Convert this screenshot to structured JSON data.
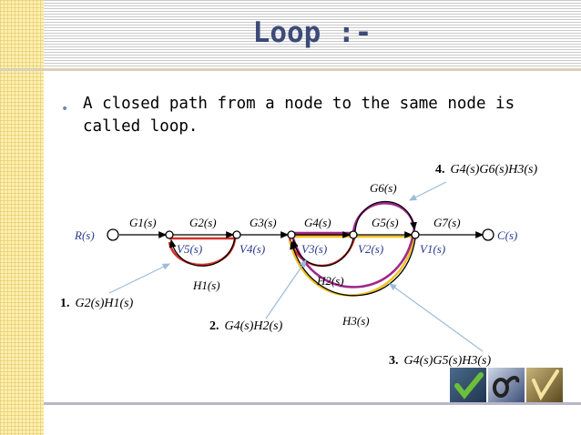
{
  "slide": {
    "title": "Loop :-",
    "bullet": "A closed path from a node to the same node is called loop."
  },
  "diagram": {
    "nodes": {
      "input": "R(s)",
      "output": "C(s)",
      "v5": "V5(s)",
      "v4": "V4(s)",
      "v3": "V3(s)",
      "v2": "V2(s)",
      "v1": "V1(s)"
    },
    "forward_gains": [
      "G1(s)",
      "G2(s)",
      "G3(s)",
      "G4(s)",
      "G5(s)",
      "G7(s)"
    ],
    "feedback_gains": {
      "g6": "G6(s)",
      "h1": "H1(s)",
      "h2": "H2(s)",
      "h3": "H3(s)"
    },
    "loops": [
      {
        "number": "1.",
        "gain": "G2(s)H1(s)"
      },
      {
        "number": "2.",
        "gain": "G4(s)H2(s)"
      },
      {
        "number": "3.",
        "gain": "G4(s)G5(s)H3(s)"
      },
      {
        "number": "4.",
        "gain": "G4(s)G6(s)H3(s)"
      }
    ],
    "colors": {
      "signal": "#000000",
      "loop1": "#d6332a",
      "loop2": "#d6332a",
      "loop3": "#f0c020",
      "loop4": "#a0288c",
      "callout": "#9cbcd8"
    }
  },
  "badges": {
    "icons": [
      "check-icon",
      "loop-icon",
      "pencil-check-icon"
    ]
  }
}
